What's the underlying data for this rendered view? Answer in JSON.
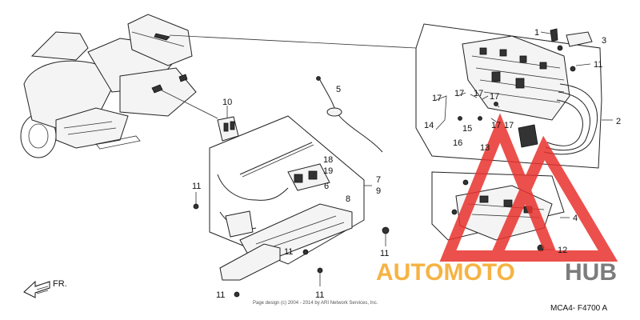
{
  "diagram": {
    "code": "MCA4- F4700 A",
    "copyright": "Page design (c) 2004 - 2014 by ARI Network Services, Inc.",
    "direction_label": "FR."
  },
  "part_labels": [
    "1",
    "2",
    "3",
    "4",
    "5",
    "6",
    "7",
    "8",
    "9",
    "10",
    "11",
    "12",
    "13",
    "14",
    "15",
    "16",
    "17",
    "18",
    "19"
  ],
  "callouts": {
    "p1": "1",
    "p2": "2",
    "p3": "3",
    "p4": "4",
    "p5": "5",
    "p6": "6",
    "p7": "7",
    "p8": "8",
    "p9": "9",
    "p10": "10",
    "p11": "11",
    "p12": "12",
    "p13": "13",
    "p14": "14",
    "p15": "15",
    "p16": "16",
    "p17": "17",
    "p18": "18",
    "p19": "19"
  },
  "watermark": {
    "text_a": "AUTOMOTO",
    "text_b": "HUB",
    "color_a": "#f5a623",
    "color_b": "#666666",
    "triangle_color": "#e8322d"
  }
}
